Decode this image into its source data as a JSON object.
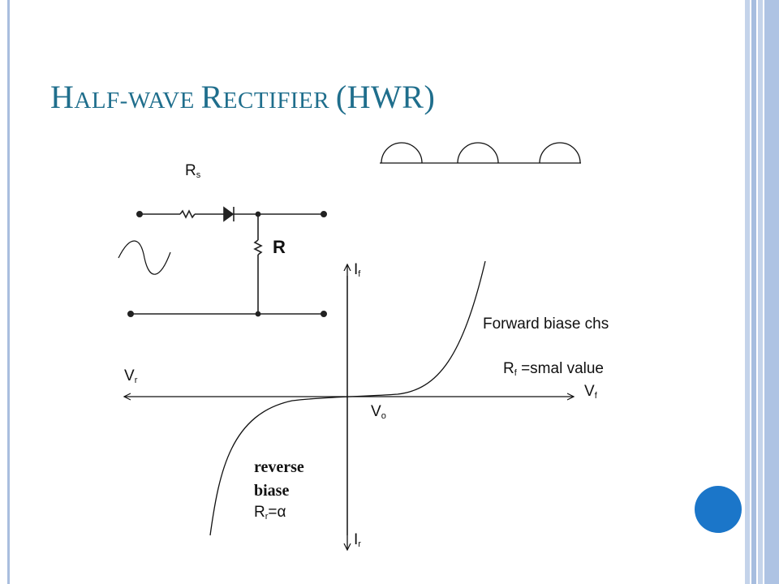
{
  "slide": {
    "title": "Half-wave Rectifier (HWR)",
    "title_parts": [
      {
        "text": "H",
        "small": false
      },
      {
        "text": "ALF-WAVE ",
        "small": true
      },
      {
        "text": "R",
        "small": false
      },
      {
        "text": "ECTIFIER ",
        "small": true
      },
      {
        "text": "(HWR)",
        "small": false
      }
    ]
  },
  "circuit": {
    "rs_main": "R",
    "rs_sub": "s",
    "load_label": "R"
  },
  "iv_graph": {
    "if_main": "I",
    "if_sub": "f",
    "ir_main": "I",
    "ir_sub": "r",
    "vr_main": "V",
    "vr_sub": "r",
    "vf_main": "V",
    "vf_sub": "f",
    "vo_main": "V",
    "vo_sub": "o",
    "forward_label": "Forward biase chs",
    "rf_main": "R",
    "rf_sub": "f",
    "rf_value": " =smal value",
    "reverse_line1": "reverse",
    "reverse_line2": "biase",
    "rr_main": "R",
    "rr_sub": "r",
    "rr_value": "=α"
  },
  "colors": {
    "title": "#1f6e8c",
    "accent_dot": "#1b76c9",
    "border": "#a9bede"
  }
}
